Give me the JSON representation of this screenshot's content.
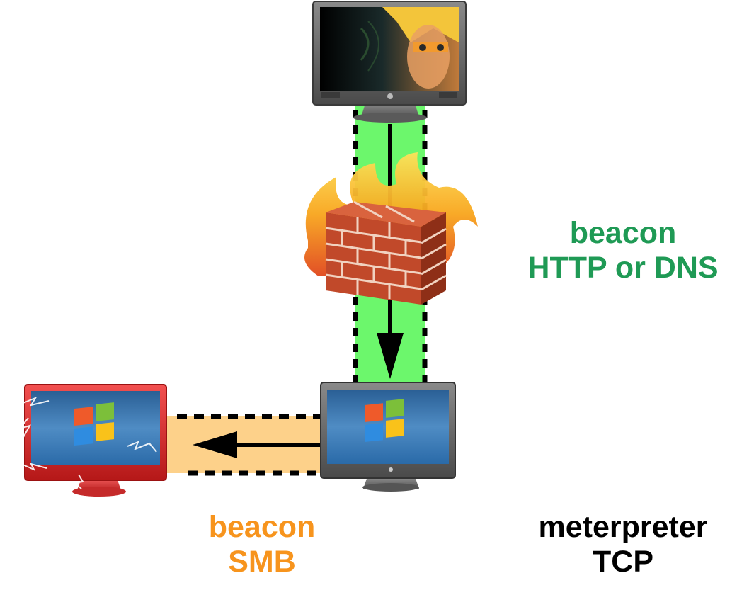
{
  "labels": {
    "http": {
      "line1": "beacon",
      "line2": "HTTP or DNS",
      "color": "#1f9a55"
    },
    "smb": {
      "line1": "beacon",
      "line2": "SMB",
      "color": "#f7941d"
    },
    "meterpreter": {
      "line1": "meterpreter",
      "line2": "TCP",
      "color": "#000000"
    }
  },
  "channels": {
    "http_channel_color": "#6cf76c",
    "smb_channel_color": "#fdd18a"
  },
  "nodes": {
    "attacker": {
      "icon": "hacker-monitor-icon"
    },
    "firewall": {
      "icon": "burning-firewall-icon"
    },
    "pivot": {
      "icon": "windows-monitor-icon"
    },
    "compromised": {
      "icon": "windows-monitor-red-icon"
    }
  }
}
